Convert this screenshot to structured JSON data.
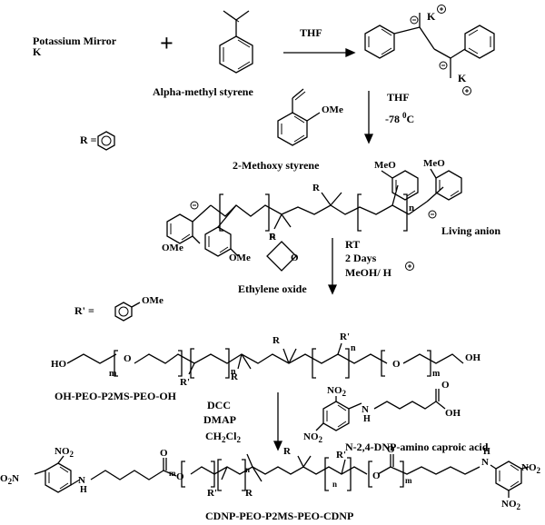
{
  "step1": {
    "reagent_name": "Potassium Mirror",
    "reagent_symbol": "K",
    "plus": "+",
    "monomer_name": "Alpha-methyl styrene",
    "solvent": "THF",
    "dianion_counterion_top": "K",
    "dianion_counterion_bottom": "K"
  },
  "step2": {
    "solvent": "THF",
    "temperature": "-78",
    "temperature_sup": "0",
    "temperature_unit": "C",
    "monomer_name": "2-Methoxy styrene",
    "monomer_group": "OMe",
    "r_definition": "R ="
  },
  "living_polymer": {
    "label": "Living anion",
    "ome_labels": [
      "MeO",
      "MeO",
      "OMe",
      "OMe"
    ],
    "r_labels": [
      "R",
      "R"
    ],
    "repeat_n": [
      "n",
      "n"
    ]
  },
  "step3": {
    "conditions": [
      "RT",
      "2 Days"
    ],
    "quench": "MeOH/ H",
    "reagent_name": "Ethylene oxide",
    "epoxide_atom": "O",
    "r_prime_definition": "R' =",
    "r_prime_group": "OMe"
  },
  "triblock_diol": {
    "name": "OH-PEO-P2MS-PEO-OH",
    "end_left": "HO",
    "end_right": "OH",
    "oxygen": "O",
    "m": "m",
    "n": "n",
    "r": "R",
    "r_prime": "R'"
  },
  "step4": {
    "reagents": [
      "DCC",
      "DMAP",
      "CH",
      "Cl"
    ],
    "acid_name": "N-2,4-DNP-amino caproic acid",
    "no2": "NO",
    "nh": "N",
    "oh": "OH",
    "carbonyl_o": "O"
  },
  "final_product": {
    "name": "CDNP-PEO-P2MS-PEO-CDNP",
    "o2n_left": "O",
    "no2": "NO",
    "nh": "N",
    "o": "O",
    "m": "m",
    "n": "n",
    "r": "R",
    "r_prime": "R'"
  }
}
